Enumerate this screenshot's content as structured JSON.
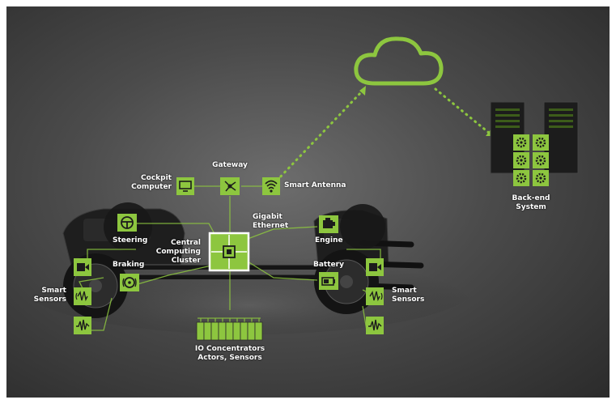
{
  "colors": {
    "accent": "#8dc63f",
    "accent_dark": "#5e8a25",
    "background": "#4a4a4a",
    "label": "#ffffff"
  },
  "labels": {
    "cockpit_computer": "Cockpit\nComputer",
    "gateway": "Gateway",
    "smart_antenna": "Smart Antenna",
    "gigabit_ethernet": "Gigabit\nEthernet",
    "steering": "Steering",
    "braking": "Braking",
    "central_computing_cluster": "Central\nComputing\nCluster",
    "engine": "Engine",
    "battery": "Battery",
    "smart_sensors_left": "Smart\nSensors",
    "smart_sensors_right": "Smart\nSensors",
    "io_concentrators": "IO Concentrators\nActors, Sensors",
    "backend_system": "Back-end\nSystem"
  },
  "icons": {
    "cockpit": "monitor-icon",
    "gateway": "network-hub-icon",
    "antenna": "wifi-icon",
    "steering": "steering-wheel-icon",
    "braking": "brake-icon",
    "cluster": "cpu-chip-icon",
    "engine": "engine-icon",
    "battery": "battery-icon",
    "camera": "camera-icon",
    "radar": "radar-wave-icon",
    "lidar": "pulse-wave-icon",
    "cloud": "cloud-icon",
    "server": "server-rack-icon",
    "gear": "gear-icon"
  }
}
